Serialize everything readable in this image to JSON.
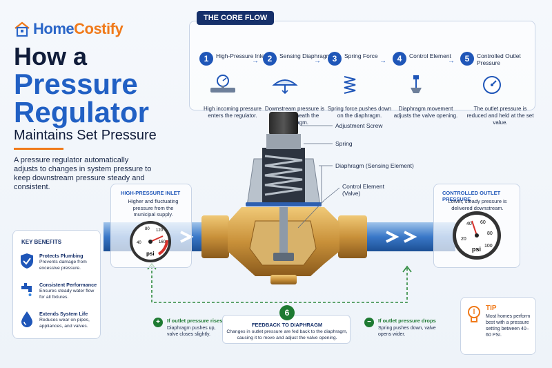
{
  "brand": {
    "home": "Home",
    "costify": "Costify"
  },
  "title": {
    "line1": "How a",
    "line2": "Pressure",
    "line3": "Regulator",
    "line4": "Maintains Set Pressure"
  },
  "intro": "A pressure regulator automatically adjusts to changes in system pressure to keep downstream pressure steady and consistent.",
  "core_flow": {
    "tag": "THE CORE FLOW",
    "steps": [
      {
        "num": "1",
        "title": "High-Pressure Inlet",
        "desc": "High incoming pressure enters the regulator."
      },
      {
        "num": "2",
        "title": "Sensing Diaphragm",
        "desc": "Downstream pressure is sensed beneath the diaphragm."
      },
      {
        "num": "3",
        "title": "Spring Force",
        "desc": "Spring force pushes down on the diaphragm."
      },
      {
        "num": "4",
        "title": "Control Element",
        "desc": "Diaphragm movement adjusts the valve opening."
      },
      {
        "num": "5",
        "title": "Controlled Outlet Pressure",
        "desc": "The outlet pressure is reduced and held at the set value."
      }
    ]
  },
  "callouts": {
    "adjustment_screw": "Adjustment Screw",
    "spring": "Spring",
    "diaphragm": "Diaphragm (Sensing Element)",
    "control_element": "Control Element (Valve)"
  },
  "inlet": {
    "title": "HIGH-PRESSURE INLET",
    "desc": "Higher and fluctuating pressure from the municipal supply.",
    "gauge_ticks": [
      "40",
      "80",
      "120",
      "160"
    ],
    "gauge_unit": "psi"
  },
  "outlet": {
    "title": "CONTROLLED OUTLET PRESSURE",
    "desc": "Lower, steady pressure is delivered downstream.",
    "gauge_ticks": [
      "20",
      "40",
      "60",
      "80",
      "100"
    ],
    "gauge_unit": "psi"
  },
  "benefits": {
    "title": "KEY BENEFITS",
    "items": [
      {
        "name": "Protects Plumbing",
        "desc": "Prevents damage from excessive pressure.",
        "icon": "shield-icon"
      },
      {
        "name": "Consistent Performance",
        "desc": "Ensures steady water flow for all fixtures.",
        "icon": "faucet-icon"
      },
      {
        "name": "Extends System Life",
        "desc": "Reduces wear on pipes, appliances, and valves.",
        "icon": "water-drop-icon"
      }
    ]
  },
  "feedback": {
    "num": "6",
    "title": "FEEDBACK TO DIAPHRAGM",
    "desc": "Changes in outlet pressure are fed back to the diaphragm, causing it to move and adjust the valve opening.",
    "rise": {
      "symbol": "+",
      "title": "If outlet pressure rises",
      "desc": "Diaphragm pushes up, valve closes slightly."
    },
    "drop": {
      "symbol": "−",
      "title": "If outlet pressure drops",
      "desc": "Spring pushes down, valve opens wider."
    }
  },
  "tip": {
    "title": "TIP",
    "desc": "Most homes perform best with a pressure setting between 40–60 PSI."
  },
  "colors": {
    "brand_blue": "#2160c4",
    "brand_orange": "#f07a1a",
    "navy": "#16306a",
    "feedback_green": "#1e7a32",
    "brass": "#c9913a"
  }
}
